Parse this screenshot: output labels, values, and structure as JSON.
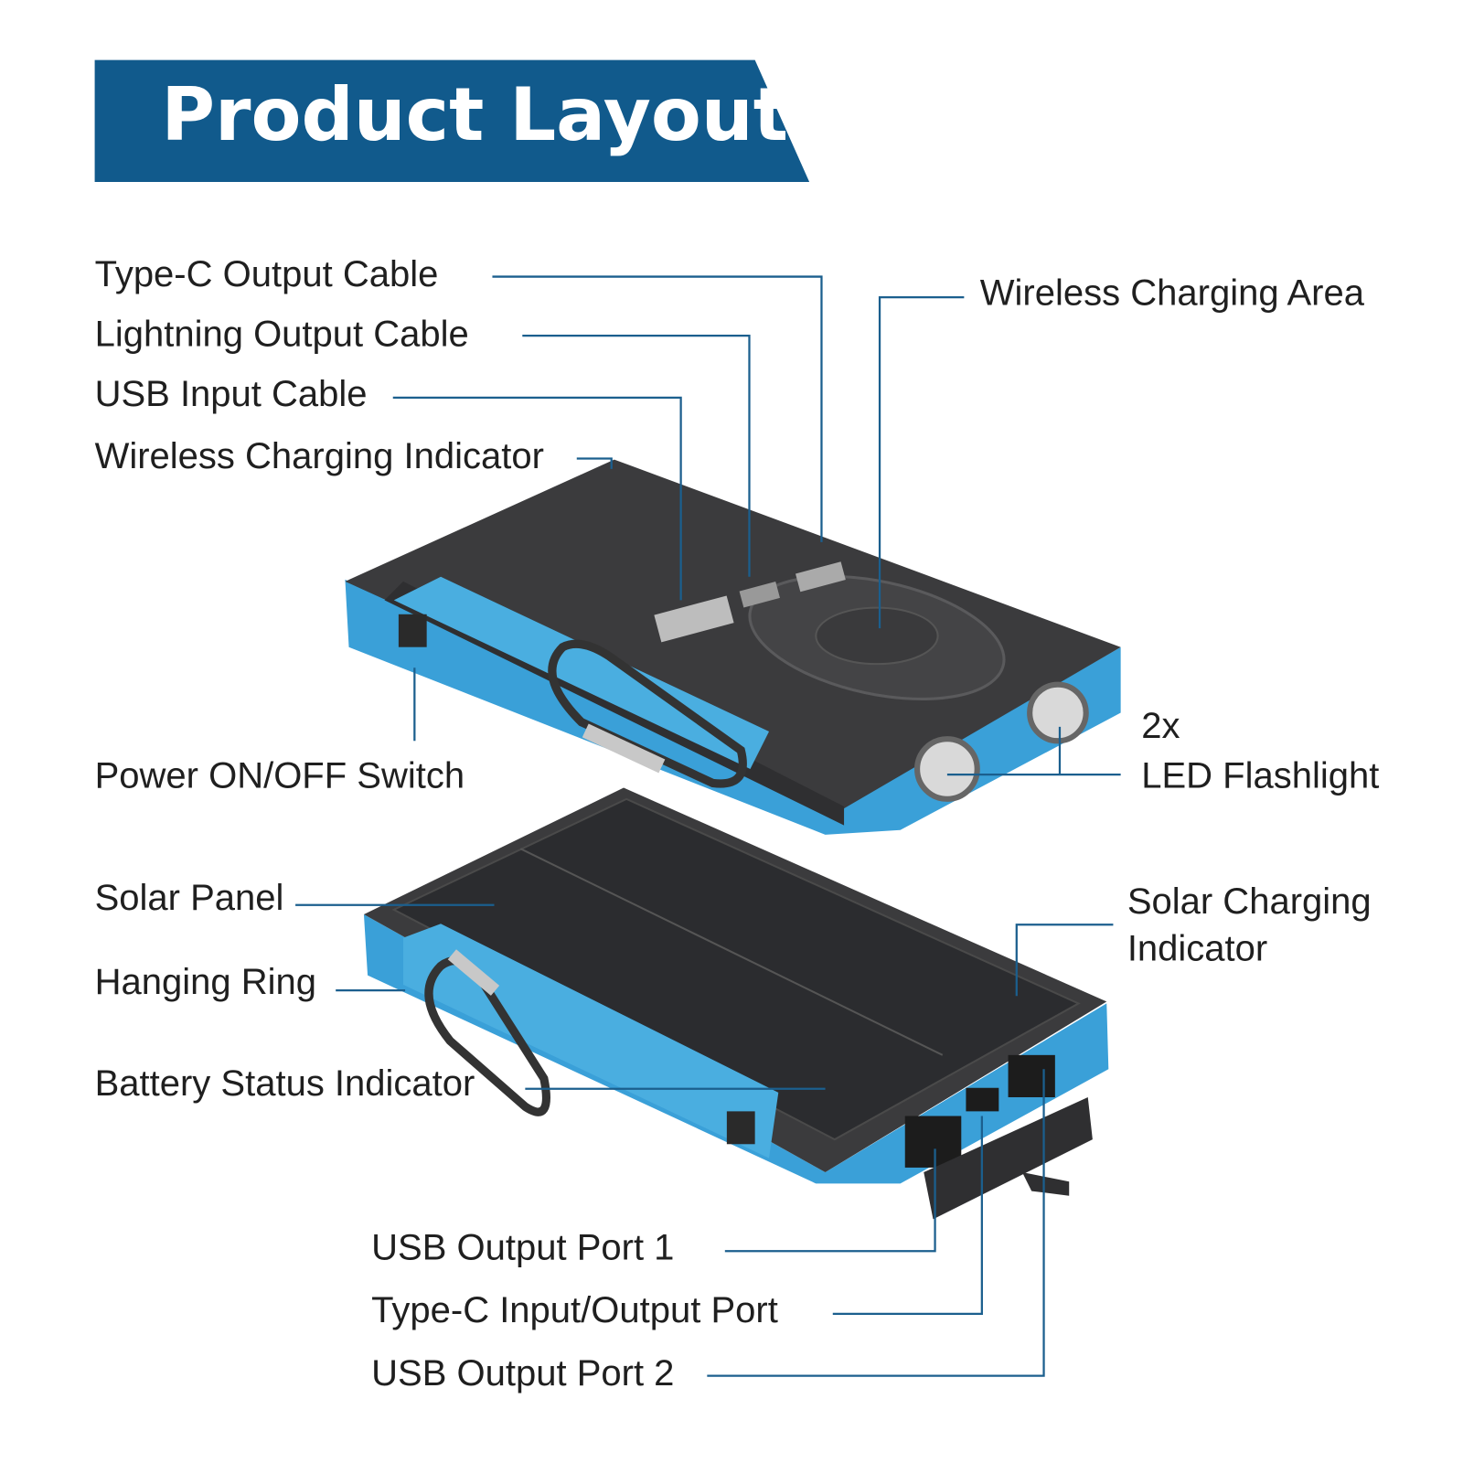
{
  "title": "Product Layout",
  "colors": {
    "banner": "#115a8c",
    "leader_line": "#1b5f8e",
    "device_body": "#3b3b3d",
    "device_accent": "#3aa0d8"
  },
  "labels": {
    "type_c_output_cable": "Type-C Output Cable",
    "lightning_output_cable": "Lightning Output Cable",
    "usb_input_cable": "USB Input Cable",
    "wireless_charging_indicator": "Wireless Charging Indicator",
    "wireless_charging_area": "Wireless Charging Area",
    "power_switch": "Power ON/OFF Switch",
    "led_count": "2x",
    "led_flashlight": "LED Flashlight",
    "solar_panel": "Solar Panel",
    "hanging_ring": "Hanging Ring",
    "battery_status_indicator": "Battery Status Indicator",
    "solar_charging_line1": "Solar Charging",
    "solar_charging_line2": "Indicator",
    "usb_output_port_1": "USB Output Port 1",
    "type_c_io_port": "Type-C Input/Output Port",
    "usb_output_port_2": "USB Output Port 2"
  }
}
